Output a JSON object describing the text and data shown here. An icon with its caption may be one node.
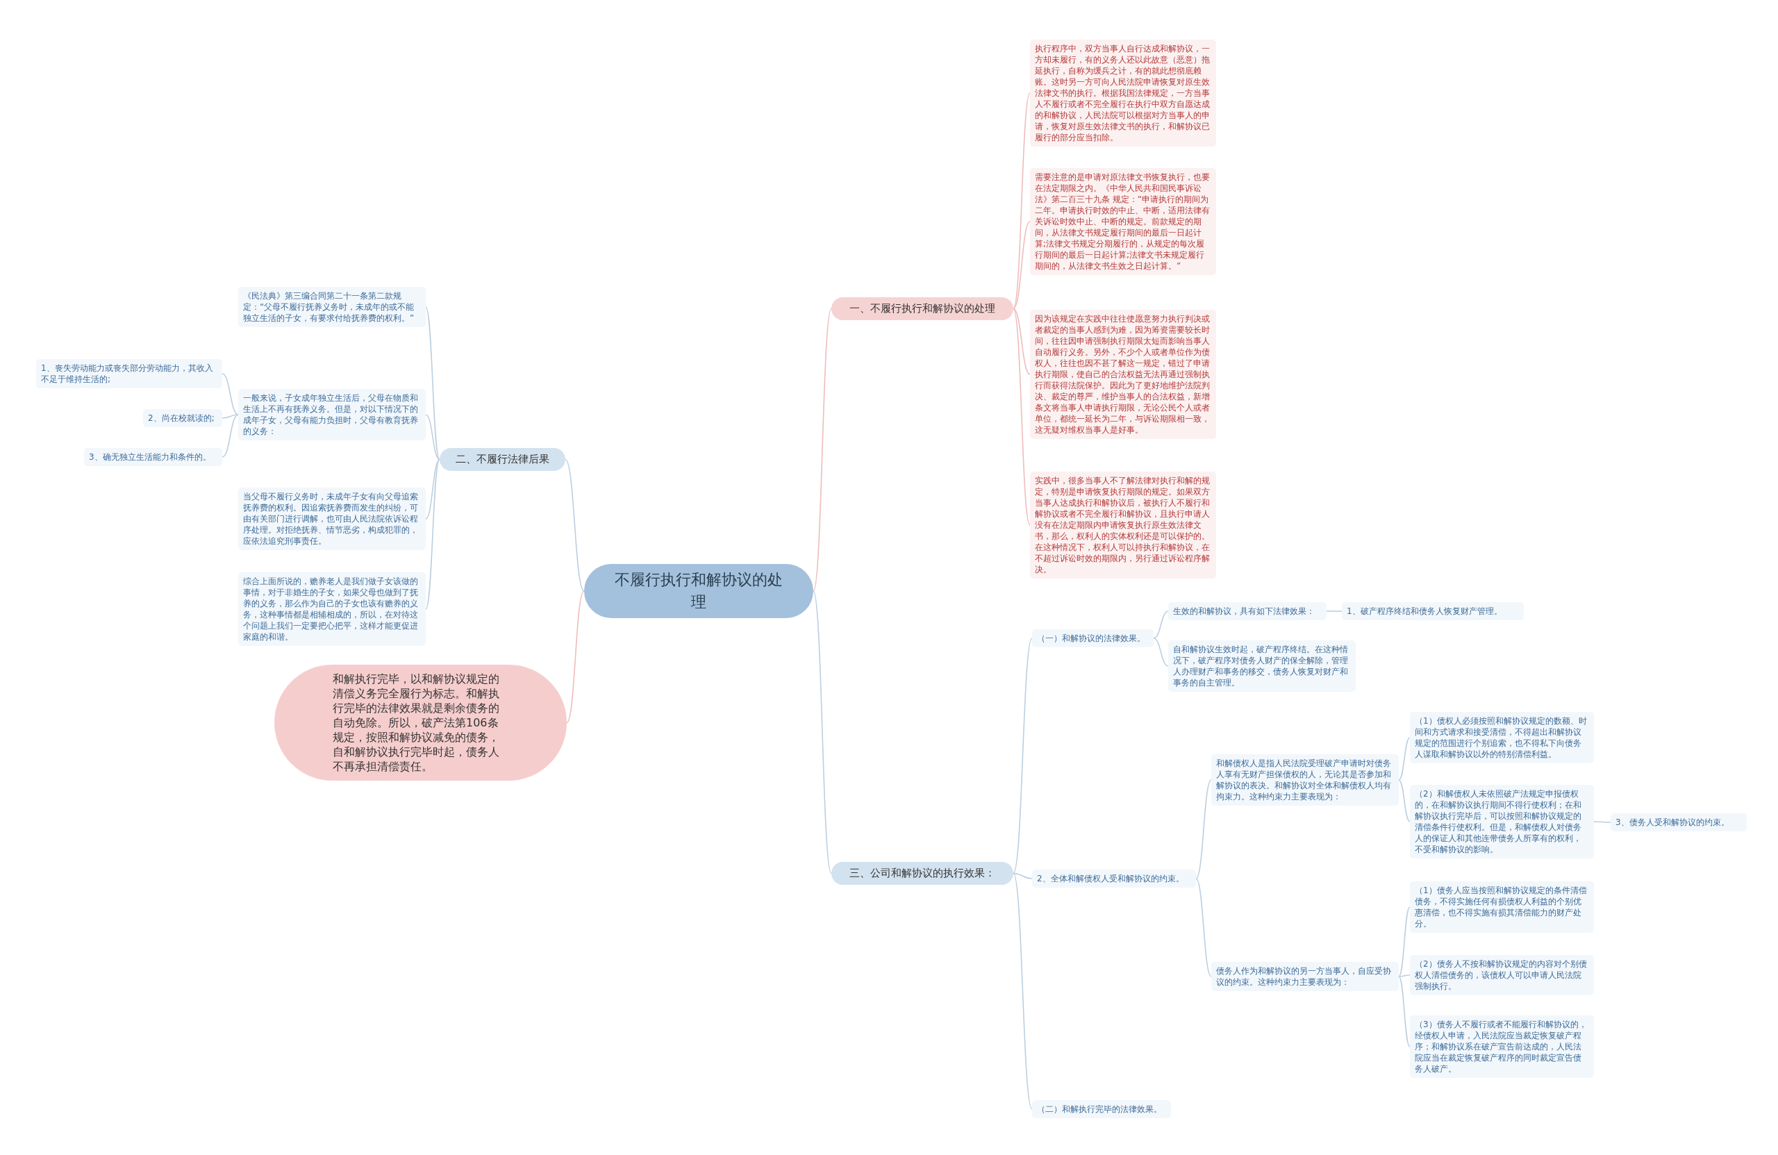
{
  "diagram": {
    "nodes": [
      {
        "text": [
          "不履行执行和解协议的处理"
        ]
      },
      {
        "text": [
          "一、不履行执行和解协议的处理"
        ]
      },
      {
        "text": [
          "执行程序中，双方当事人自行达成和解协议，一方却未履行，有的义务人还以此故意（恶意）拖延执行，自称为缓兵之计，有的就此想彻底赖账。这时另一方可向人民法院申请恢复对原生效法律文书的执行。根据我国法律规定，一方当事人不履行或者不完全履行在执行中双方自愿达成的和解协议，人民法院可以根据对方当事人的申请，恢复对原生效法律文书的执行，和解协议已履行的部分应当扣除。"
        ]
      },
      {
        "text": [
          "需要注意的是申请对原法律文书恢复执行，也要在法定期限之内。《中华人民共和国民事诉讼法》第二百三十九条 规定：“申请执行的期间为二年。申请执行时效的中止、中断，适用法律有关诉讼时效中止、中断的规定。前款规定的期间，从法律文书规定履行期间的最后一日起计算;法律文书规定分期履行的，从规定的每次履行期间的最后一日起计算;法律文书未规定履行期间的，从法律文书生效之日起计算。”"
        ]
      },
      {
        "text": [
          "因为该规定在实践中往往使愿意努力执行判决或者裁定的当事人感到为难，因为筹资需要较长时间，往往因申请强制执行期限太短而影响当事人自动履行义务。另外，不少个人或者单位作为债权人，往往也因不甚了解这一规定，错过了申请执行期限，使自己的合法权益无法再通过强制执行而获得法院保护。因此为了更好地维护法院判决、裁定的尊严，维护当事人的合法权益，新增条文将当事人申请执行期限，无论公民个人或者单位，都统一延长为二年，与诉讼期限相一致，这无疑对维权当事人是好事。"
        ]
      },
      {
        "text": [
          "实践中，很多当事人不了解法律对执行和解的规定，特别是申请恢复执行期限的规定。如果双方当事人达成执行和解协议后，被执行人不履行和解协议或者不完全履行和解协议，且执行申请人没有在法定期限内申请恢复执行原生效法律文书，那么，权利人的实体权利还是可以保护的。在这种情况下，权利人可以持执行和解协议，在不超过诉讼时效的期限内，另行通过诉讼程序解决。"
        ]
      },
      {
        "text": [
          "二、不履行法律后果"
        ]
      },
      {
        "text": [
          "《民法典》第三编合同第二十一条第二款规定：“父母不履行抚养义务时，未成年的或不能独立生活的子女，有要求付给抚养费的权利。”"
        ]
      },
      {
        "text": [
          "一般来说，子女成年独立生活后，父母在物质和生活上不再有抚养义务。但是，对以下情况下的成年子女，父母有能力负担时，父母有教育抚养的义务："
        ]
      },
      {
        "text": [
          "1、丧失劳动能力或丧失部分劳动能力，其收入不足于维持生活的;"
        ]
      },
      {
        "text": [
          "2、尚在校就读的;"
        ]
      },
      {
        "text": [
          "3、确无独立生活能力和条件的。"
        ]
      },
      {
        "text": [
          "当父母不履行义务时，未成年子女有向父母追索抚养费的权利。因追索抚养费而发生的纠纷，可由有关部门进行调解，也可由人民法院依诉讼程序处理。对拒绝抚养、情节恶劣，构成犯罪的，应依法追究刑事责任。"
        ]
      },
      {
        "text": [
          "综合上面所说的，赡养老人是我们做子女该做的事情，对于非婚生的子女，如果父母也做到了抚养的义务，那么作为自己的子女也该有赡养的义务，这种事情都是相辅相成的，所以，在对待这个问题上我们一定要把心把平，这样才能更促进家庭的和谐。"
        ]
      },
      {
        "text": [
          "和解执行完毕，以和解协议规定的清偿义务完全履行为标志。和解执行完毕的法律效果就是剩余债务的自动免除。所以，破产法第106条规定，按照和解协议减免的债务，自和解协议执行完毕时起，债务人不再承担清偿责任。"
        ]
      },
      {
        "text": [
          "三、公司和解协议的执行效果："
        ]
      },
      {
        "text": [
          "（一）和解协议的法律效果。"
        ]
      },
      {
        "text": [
          "生效的和解协议，具有如下法律效果："
        ]
      },
      {
        "text": [
          "1、破产程序终结和债务人恢复财产管理。"
        ]
      },
      {
        "text": [
          "自和解协议生效时起，破产程序终结。在这种情况下，破产程序对债务人财产的保全解除，管理人办理财产和事务的移交，债务人恢复对财产和事务的自主管理。"
        ]
      },
      {
        "text": [
          "2、全体和解债权人受和解协议的约束。"
        ]
      },
      {
        "text": [
          "和解债权人是指人民法院受理破产申请时对债务人享有无财产担保债权的人，无论其是否参加和解协议的表决。和解协议对全体和解债权人均有拘束力。这种约束力主要表现为："
        ]
      },
      {
        "text": [
          "（1）债权人必须按照和解协议规定的数额、时间和方式请求和接受清偿，不得超出和解协议规定的范围进行个别追索，也不得私下向债务人谋取和解协议以外的特别清偿利益。"
        ]
      },
      {
        "text": [
          "（2）和解债权人未依照破产法规定申报债权的，在和解协议执行期间不得行使权利；在和解协议执行完毕后，可以按照和解协议规定的清偿条件行使权利。但是，和解债权人对债务人的保证人和其他连带债务人所享有的权利，不受和解协议的影响。"
        ]
      },
      {
        "text": [
          "3、债务人受和解协议的约束。"
        ]
      },
      {
        "text": [
          "债务人作为和解协议的另一方当事人，自应受协议的约束。这种约束力主要表现为："
        ]
      },
      {
        "text": [
          "（1）债务人应当按照和解协议规定的条件清偿债务，不得实施任何有损债权人利益的个别优惠清偿，也不得实施有损其清偿能力的财产处分。"
        ]
      },
      {
        "text": [
          "（2）债务人不按和解协议规定的内容对个别债权人清偿债务的，该债权人可以申请人民法院强制执行。"
        ]
      },
      {
        "text": [
          "（3）债务人不履行或者不能履行和解协议的，经债权人申请，入民法院应当裁定恢复破产程序；和解协议系在破产宣告前达成的，人民法院应当在裁定恢复破产程序的同时裁定宣告债务人破产。"
        ]
      },
      {
        "text": [
          "（二）和解执行完毕的法律效果。"
        ]
      }
    ],
    "edges": [
      {
        "from": 0,
        "to": 1,
        "arrow": "none",
        "color": "#efbcbc"
      },
      {
        "from": 1,
        "to": 2,
        "arrow": "none",
        "color": "#efbcbc"
      },
      {
        "from": 1,
        "to": 3,
        "arrow": "none",
        "color": "#efbcbc"
      },
      {
        "from": 1,
        "to": 4,
        "arrow": "none",
        "color": "#efbcbc"
      },
      {
        "from": 1,
        "to": 5,
        "arrow": "none",
        "color": "#efbcbc"
      },
      {
        "from": 0,
        "to": 6,
        "arrow": "none"
      },
      {
        "from": 6,
        "to": 7,
        "arrow": "none"
      },
      {
        "from": 6,
        "to": 8,
        "arrow": "none"
      },
      {
        "from": 8,
        "to": 9,
        "arrow": "none"
      },
      {
        "from": 8,
        "to": 10,
        "arrow": "none"
      },
      {
        "from": 8,
        "to": 11,
        "arrow": "none"
      },
      {
        "from": 6,
        "to": 12,
        "arrow": "none"
      },
      {
        "from": 6,
        "to": 13,
        "arrow": "none"
      },
      {
        "from": 0,
        "to": 14,
        "arrow": "none",
        "color": "#efbcbc"
      },
      {
        "from": 0,
        "to": 15,
        "arrow": "none"
      },
      {
        "from": 15,
        "to": 16,
        "arrow": "none"
      },
      {
        "from": 16,
        "to": 17,
        "arrow": "none"
      },
      {
        "from": 17,
        "to": 18,
        "arrow": "none"
      },
      {
        "from": 16,
        "to": 19,
        "arrow": "none"
      },
      {
        "from": 15,
        "to": 20,
        "arrow": "none"
      },
      {
        "from": 20,
        "to": 21,
        "arrow": "none"
      },
      {
        "from": 21,
        "to": 22,
        "arrow": "none"
      },
      {
        "from": 21,
        "to": 23,
        "arrow": "none"
      },
      {
        "from": 23,
        "to": 24,
        "arrow": "none"
      },
      {
        "from": 20,
        "to": 25,
        "arrow": "none"
      },
      {
        "from": 25,
        "to": 26,
        "arrow": "none"
      },
      {
        "from": 25,
        "to": 27,
        "arrow": "none"
      },
      {
        "from": 25,
        "to": 28,
        "arrow": "none"
      },
      {
        "from": 15,
        "to": 29,
        "arrow": "none"
      }
    ]
  }
}
